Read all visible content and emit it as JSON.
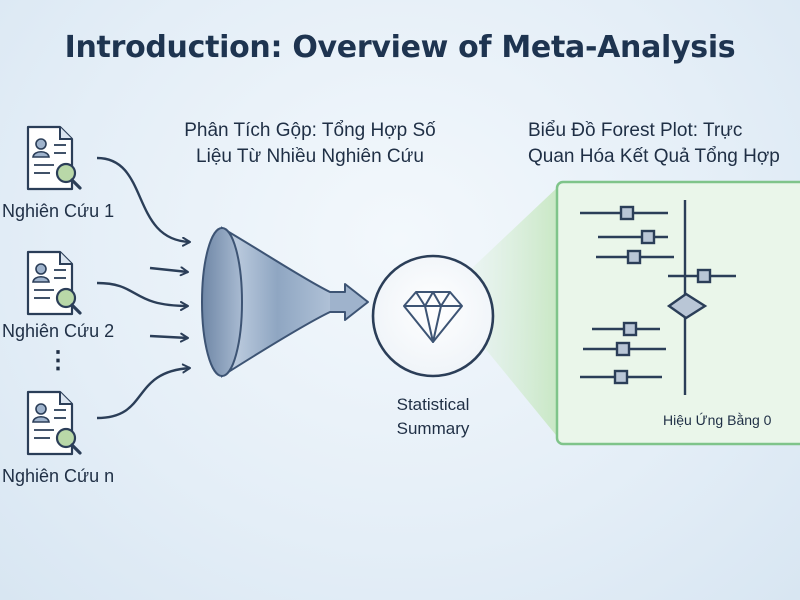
{
  "title": "Introduction: Overview of Meta-Analysis",
  "left_heading": {
    "line1": "Phân Tích Gộp:  Tổng Hợp Số",
    "line2": "Liệu Từ Nhiều Nghiên Cứu"
  },
  "right_heading": {
    "line1": "Biểu Đồ Forest Plot: Trực",
    "line2": "Quan Hóa Kết Quả Tổng Hợp"
  },
  "studies": [
    {
      "label": "Nghiên Cứu 1"
    },
    {
      "label": "Nghiên Cứu 2"
    },
    {
      "label": "Nghiên Cứu n"
    }
  ],
  "ellipsis": "⋮",
  "summary": {
    "line1": "Statistical",
    "line2": "Summary",
    "icon": "diamond-icon"
  },
  "forest_plot": {
    "null_label": "Hiệu Ứng Bằng 0",
    "colors": {
      "panel_border": "#7fc48a",
      "panel_fill": "#eaf6ea",
      "ink": "#2b3e58",
      "marker": "#b9c6d6"
    }
  },
  "colors": {
    "title": "#1e3450",
    "arrow": "#2b3e58",
    "funnel": "#9fb3cc",
    "glow": "#c9e7c3"
  }
}
